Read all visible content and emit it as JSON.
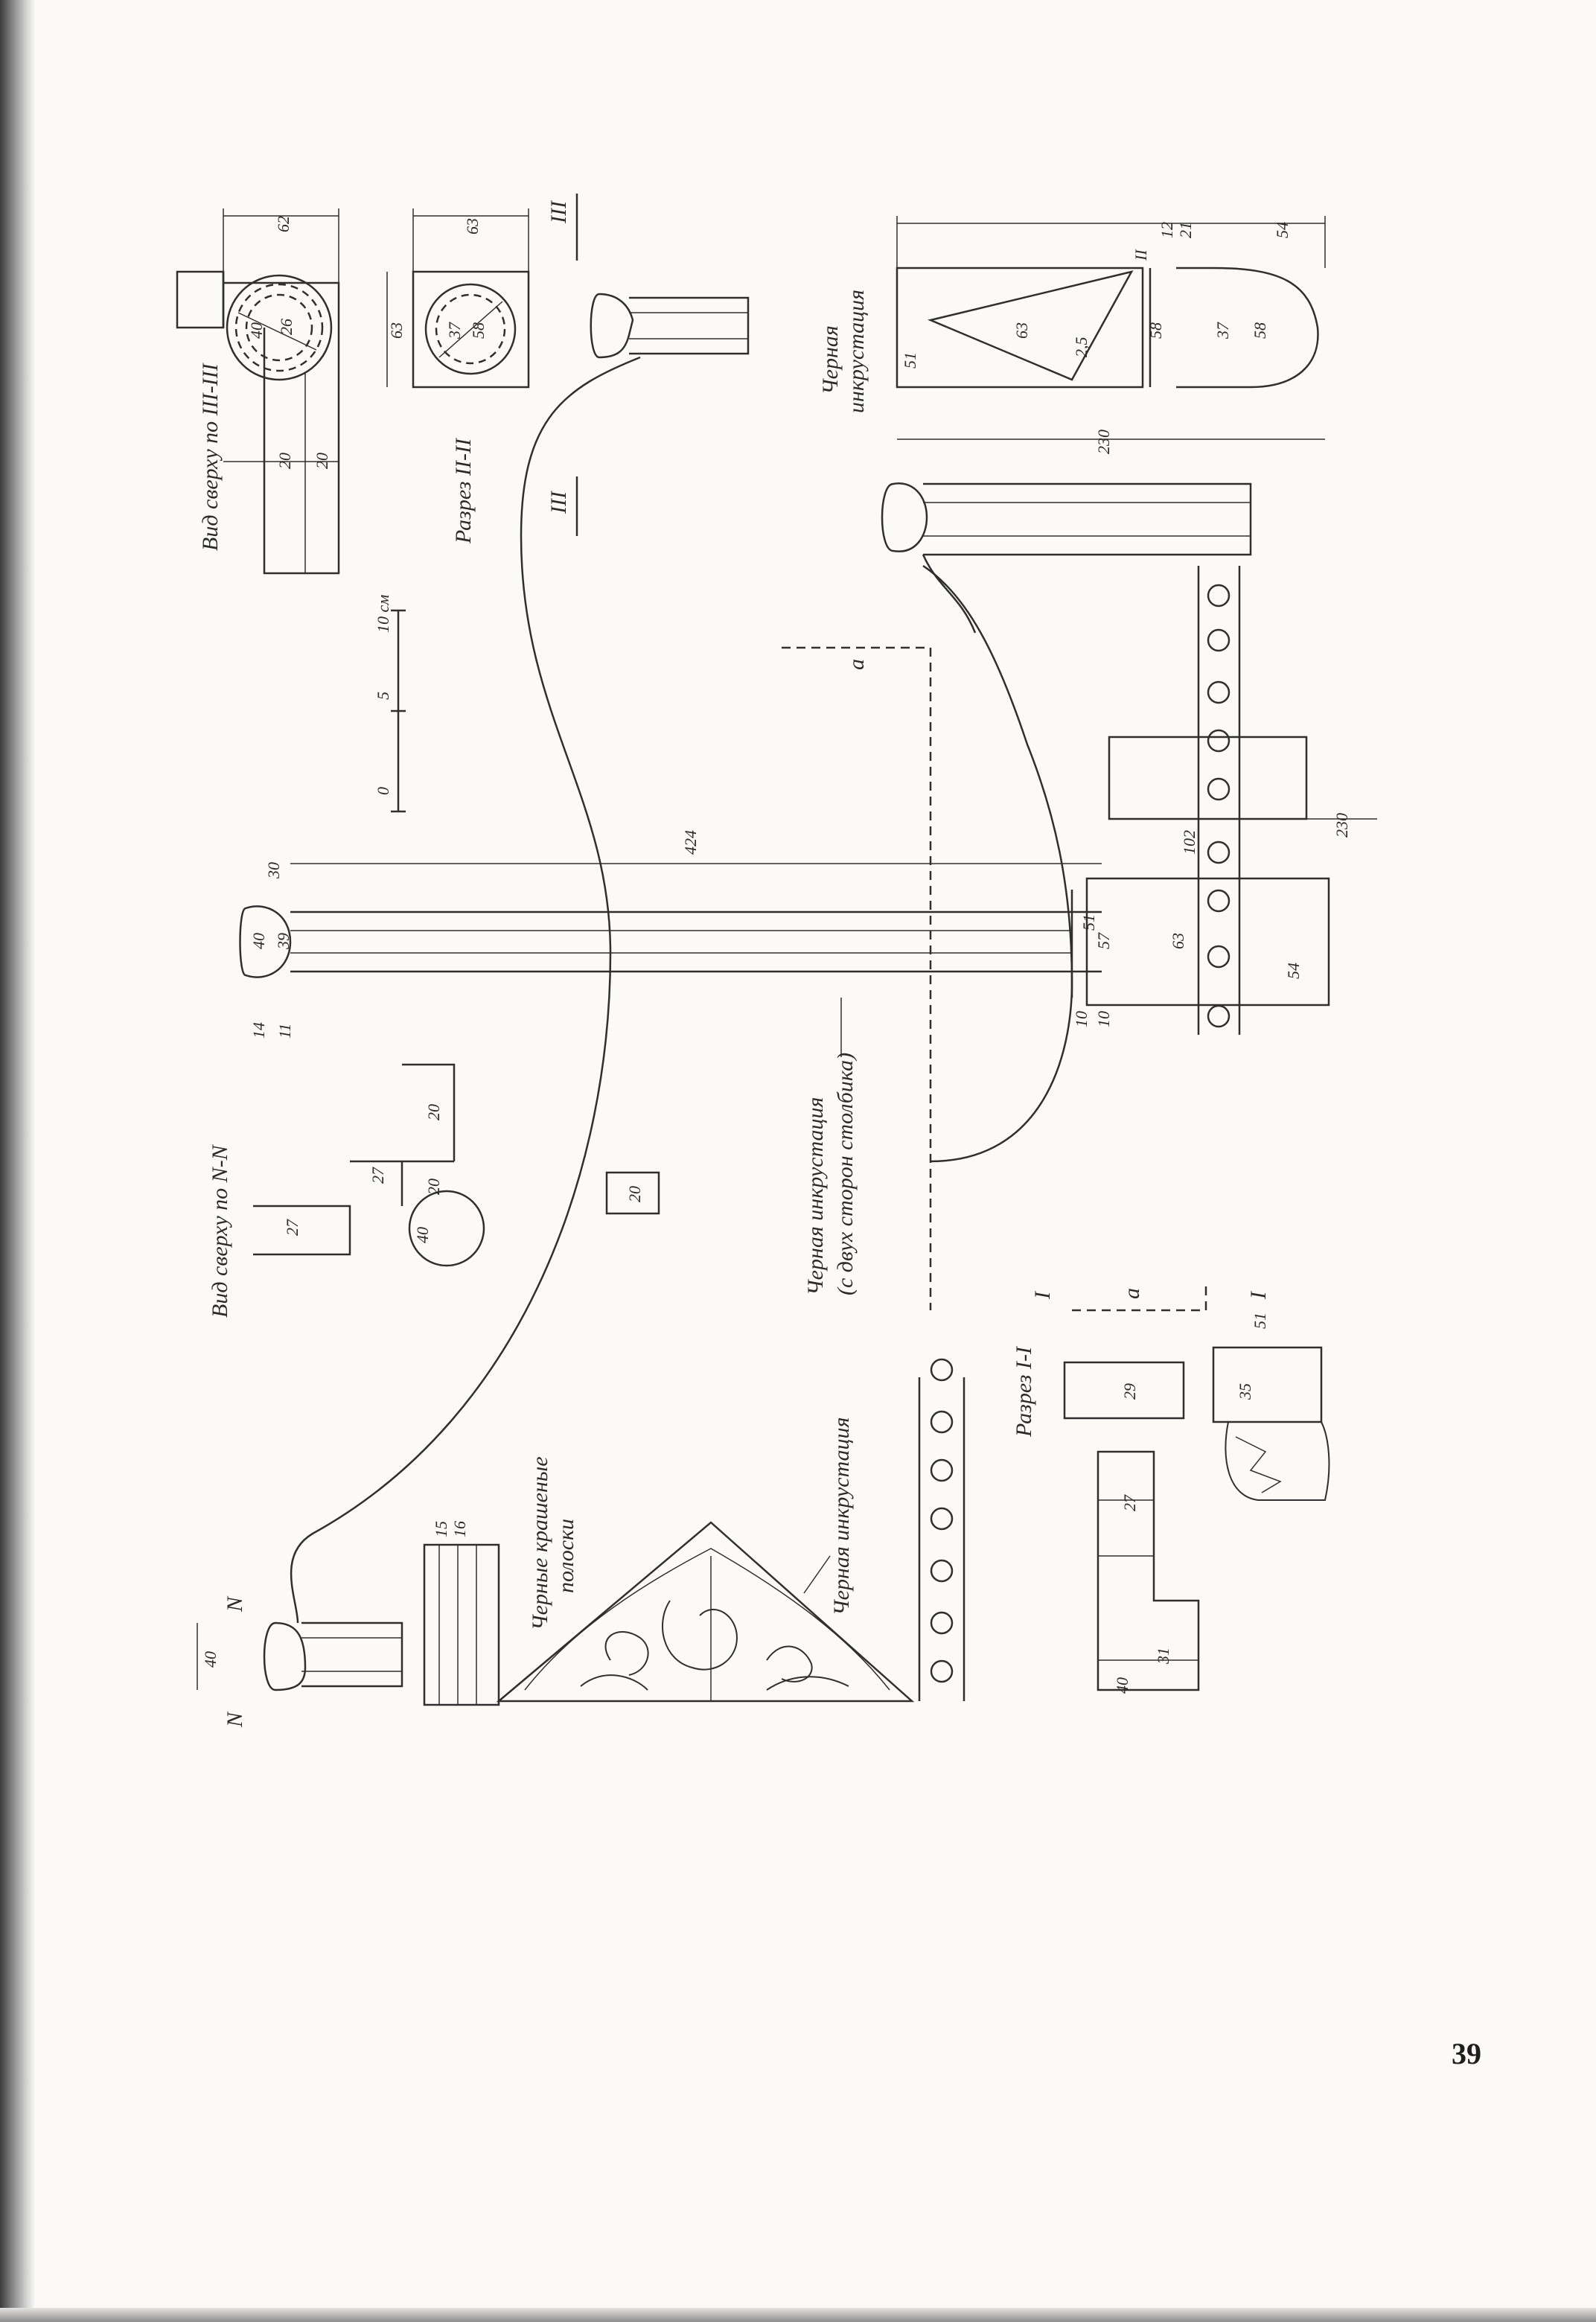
{
  "page_number": "39",
  "labels": {
    "top_view_3": "Вид сверху по III-III",
    "section_2": "Разрез II-II",
    "top_view_n": "Вид сверху по N-N",
    "section_1": "Разрез I-I",
    "inlay_post": "Черная инкрустация",
    "inlay_post_note": "(с двух сторон столбика)",
    "inlay_gable": "Черная инкрустация",
    "stripes_1": "Черные крашеные",
    "stripes_2": "полоски",
    "inlay_finial_1": "Черная",
    "inlay_finial_2": "инкрустация",
    "mark_a": "a",
    "mark_i": "I",
    "mark_ii": "II",
    "mark_iii": "III",
    "mark_n": "N"
  },
  "scale_bar": {
    "ticks": [
      "0",
      "5",
      "10 см"
    ]
  },
  "dimensions": {
    "d424": "424",
    "d102": "102",
    "d230": "230",
    "d230b": "230",
    "d63": "63",
    "d63b": "63",
    "d63c": "63",
    "d63d": "63",
    "d57": "57",
    "d51": "51",
    "d51b": "51",
    "d51c": "51",
    "d54": "54",
    "d54b": "54",
    "d20": "20",
    "d20b": "20",
    "d20c": "20",
    "d20d": "20",
    "d20e": "20",
    "d10": "10",
    "d10b": "10",
    "d40": "40",
    "d40b": "40",
    "d40c": "40",
    "d40d": "40",
    "d39": "39",
    "d30": "30",
    "d14": "14",
    "d11": "11",
    "d27": "27",
    "d27b": "27",
    "d27c": "27",
    "d29": "29",
    "d35": "35",
    "d31": "31",
    "d58": "58",
    "d58b": "58",
    "d58c": "58",
    "d37": "37",
    "d37b": "37",
    "d25": "2,5",
    "d12": "12",
    "d21": "21",
    "d62": "62",
    "d16": "16",
    "d15": "15",
    "d26": "26"
  }
}
